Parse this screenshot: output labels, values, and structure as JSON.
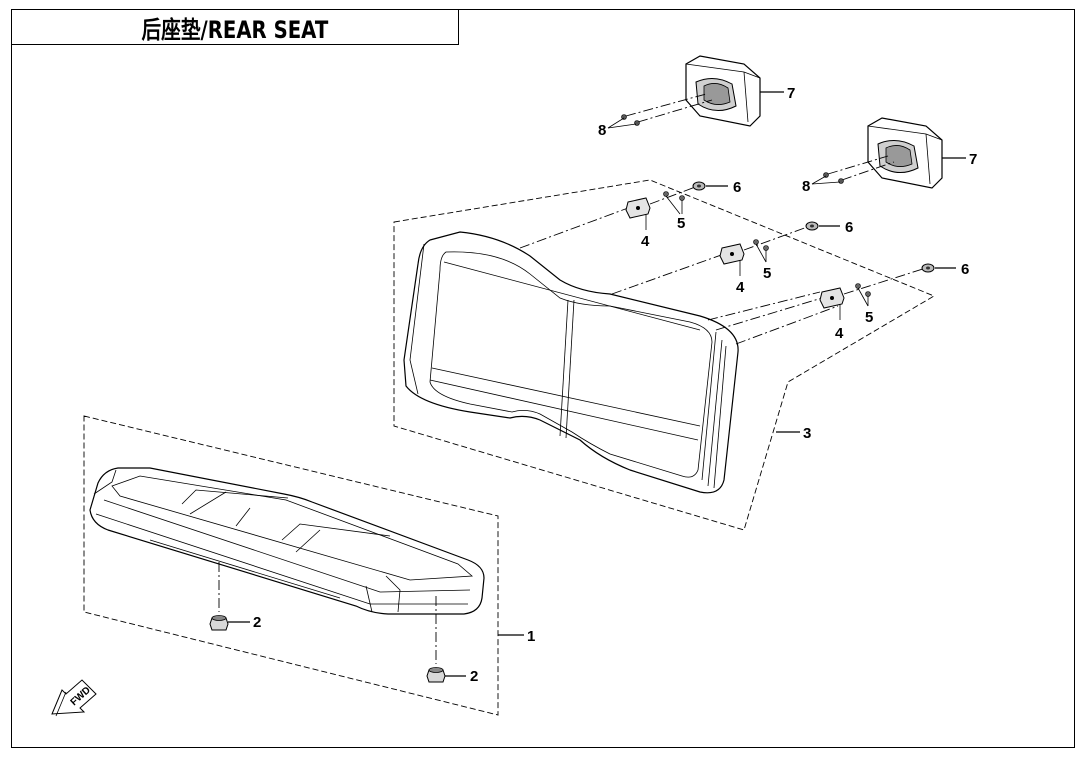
{
  "title": "后座垫/REAR SEAT",
  "fwd_label": "FWD",
  "callouts": {
    "c1": "1",
    "c2a": "2",
    "c2b": "2",
    "c3": "3",
    "c4a": "4",
    "c4b": "4",
    "c4c": "4",
    "c5a": "5",
    "c5b": "5",
    "c5c": "5",
    "c6a": "6",
    "c6b": "6",
    "c6c": "6",
    "c7a": "7",
    "c7b": "7",
    "c8a": "8",
    "c8b": "8"
  }
}
